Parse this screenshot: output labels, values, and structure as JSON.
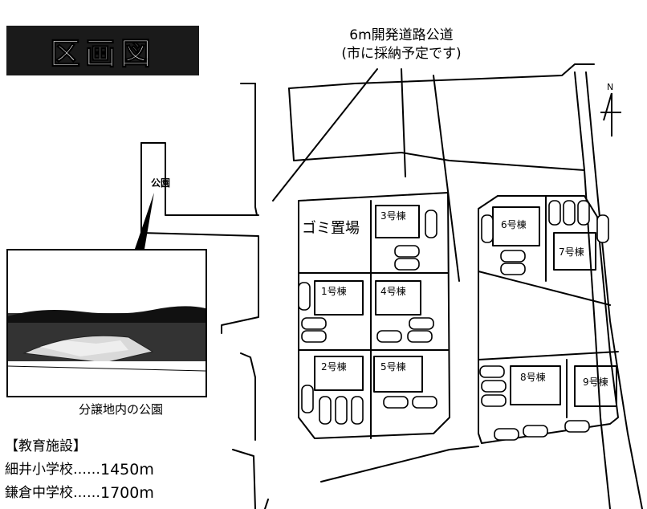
{
  "title": "区画図",
  "road_note": {
    "line1": "6m開発道路公道",
    "line2": "(市に採納予定です)"
  },
  "park_label": "公園",
  "photo_caption": "分譲地内の公園",
  "garbage_label": "ゴミ置場",
  "north_label": "N",
  "lots": [
    "1号棟",
    "2号棟",
    "3号棟",
    "4号棟",
    "5号棟",
    "6号棟",
    "7号棟",
    "8号棟",
    "9号棟"
  ],
  "education": {
    "heading": "【教育施設】",
    "schools": [
      {
        "name": "細井小学校",
        "dots": "……",
        "distance": "1450m"
      },
      {
        "name": "鎌倉中学校",
        "dots": "……",
        "distance": "1700m"
      }
    ]
  },
  "colors": {
    "ink": "#000000",
    "paper": "#ffffff",
    "title_bg": "#1a1a1a"
  }
}
